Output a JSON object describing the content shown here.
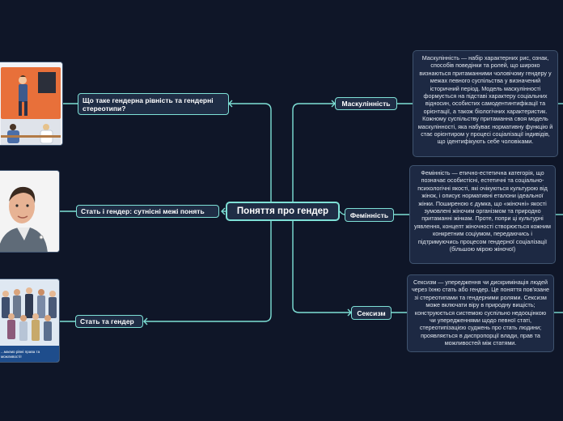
{
  "central": {
    "label": "Поняття про гендер"
  },
  "left_branches": [
    {
      "label": "Що таке гендерна рівність та гендерні стереотипи?"
    },
    {
      "label": "Стать і гендер: сутнісні межі понять"
    },
    {
      "label": "Стать та гендер"
    }
  ],
  "right_branches": [
    {
      "label": "Маскулінність",
      "note": "Маскулінність — набір характерних рис, ознак, способів поведінки та ролей, що широко визнаються притаманними чоловічому гендеру у межах певного суспільства у визначений історичний період. Модель маскулінності формується на підставі характеру соціальних відносин, особистих самодентинтифікації та орієнтації, а також біологічних характеристик. Кожному суспільству притаманна своя модель маскулінності, яка набуває нормативну функцію й стає орієнтиром у процесі соціалізації індивідів, що ідентифікують себе чоловіками."
    },
    {
      "label": "Фемінність",
      "note": "Фемінність — етично-естетична категорія, що позначає особистісні, естетичні та соціально-психологічні якості, які очікуються культурою від жінок, і описує нормативні еталони ідеальної жінки. Поширеною є думка, що «жіночні» якості зумовлені жіночим організмом та природно притаманні жінкам. Проте, попри ці культурні уявлення, концепт жіночності створюється кожним конкретним соціумом, передаючись і підтримуючись процесом гендерної соціалізації (більшою мірою жіночої)"
    },
    {
      "label": "Сексизм",
      "note": "Сексизм  — упередження чи дискримінація людей через їхню стать або гендер. Це поняття пов'язане зі стереотипами та гендерними ролями. Сексизм може включати віру в природну вищість; конструюється системою суспільно недооцінкою чи упередженнями щодо певної статі, стереотипізацією суджень про стать людини; проявляється в диспропорції влади, прав та можливостей між статями."
    }
  ],
  "thumbnails": [
    {
      "icon": "classroom-illustration-icon"
    },
    {
      "icon": "man-portrait-icon"
    },
    {
      "icon": "group-of-people-icon",
      "caption_line1": "...маємо рівні права та",
      "caption_line2": "можливості!"
    }
  ],
  "colors": {
    "background": "#0f1628",
    "connector": "#7ee0d6",
    "node_fill": "#1f2d45",
    "note_border": "#3f536e"
  }
}
